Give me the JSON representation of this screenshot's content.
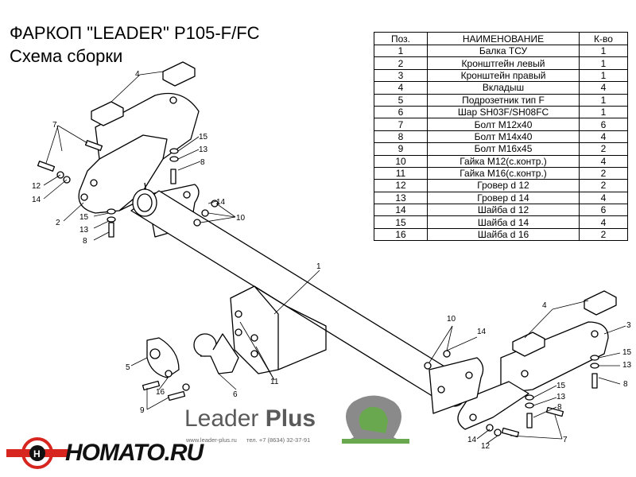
{
  "title": "ФАРКОП \"LEADER\" P105-F/FC",
  "subtitle": "Схема сборки",
  "table": {
    "headers": [
      "Поз.",
      "НАИМЕНОВАНИЕ",
      "К-во"
    ],
    "rows": [
      [
        "1",
        "Балка ТСУ",
        "1"
      ],
      [
        "2",
        "Кронштгейн левый",
        "1"
      ],
      [
        "3",
        "Кронштейн правый",
        "1"
      ],
      [
        "4",
        "Вкладыш",
        "4"
      ],
      [
        "5",
        "Подрозетник тип F",
        "1"
      ],
      [
        "6",
        "Шар SH03F/SH08FC",
        "1"
      ],
      [
        "7",
        "Болт М12х40",
        "6"
      ],
      [
        "8",
        "Болт М14х40",
        "4"
      ],
      [
        "9",
        "Болт М16х45",
        "2"
      ],
      [
        "10",
        "Гайка М12(с.контр.)",
        "4"
      ],
      [
        "11",
        "Гайка  М16(с.контр.)",
        "2"
      ],
      [
        "12",
        "Гровер d 12",
        "2"
      ],
      [
        "13",
        "Гровер d 14",
        "4"
      ],
      [
        "14",
        "Шайба d 12",
        "6"
      ],
      [
        "15",
        "Шайба d 14",
        "4"
      ],
      [
        "16",
        "Шайба d 16",
        "2"
      ]
    ]
  },
  "callouts": {
    "c1": "1",
    "c2": "2",
    "c3": "3",
    "c4a": "4",
    "c4b": "4",
    "c5": "5",
    "c6": "6",
    "c7a": "7",
    "c7b": "7",
    "c8a": "8",
    "c8b": "8",
    "c8c": "8",
    "c8d": "8",
    "c9": "9",
    "c10a": "10",
    "c10b": "10",
    "c11": "11",
    "c12a": "12",
    "c12b": "12",
    "c13a": "13",
    "c13b": "13",
    "c13c": "13",
    "c13d": "13",
    "c14a": "14",
    "c14b": "14",
    "c14c": "14",
    "c14d": "14",
    "c15a": "15",
    "c15b": "15",
    "c15c": "15",
    "c15d": "15",
    "c16": "16"
  },
  "brand": {
    "name_light": "Leader ",
    "name_bold": "Plus",
    "site": "www.leader-plus.ru",
    "phone": "тел. +7 (8634) 32-37-91",
    "partner": "HOMATO.RU"
  },
  "colors": {
    "stroke": "#000000",
    "fill": "#ffffff",
    "logo_grey": "#8a8a8a",
    "logo_green": "#6aa84f",
    "homato_red": "#d6261f"
  }
}
